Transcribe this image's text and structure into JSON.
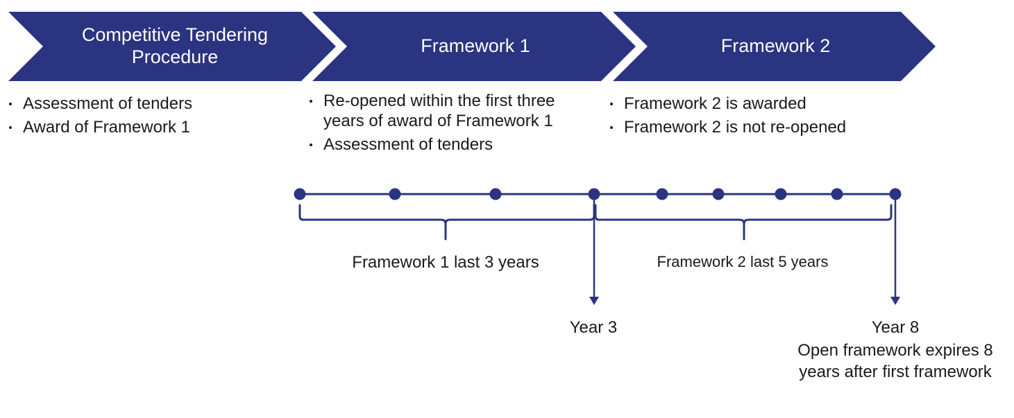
{
  "colors": {
    "chevron": "#2b3480",
    "timeline": "#2b3480",
    "text": "#1a1a1a"
  },
  "stages": [
    {
      "title": "Competitive Tendering Procedure",
      "bullets": [
        "Assessment of tenders",
        "Award of Framework 1"
      ]
    },
    {
      "title": "Framework 1",
      "bullets": [
        "Re-opened within the first three years of award of Framework 1",
        "Assessment of tenders"
      ]
    },
    {
      "title": "Framework 2",
      "bullets": [
        "Framework 2 is awarded",
        "Framework 2 is not re-opened"
      ]
    }
  ],
  "timeline": {
    "span_labels": [
      "Framework 1 last 3 years",
      "Framework 2 last 5 years"
    ],
    "milestones": [
      {
        "label": "Year 3",
        "note": ""
      },
      {
        "label": "Year 8",
        "note": "Open framework expires 8 years after first framework"
      }
    ]
  }
}
